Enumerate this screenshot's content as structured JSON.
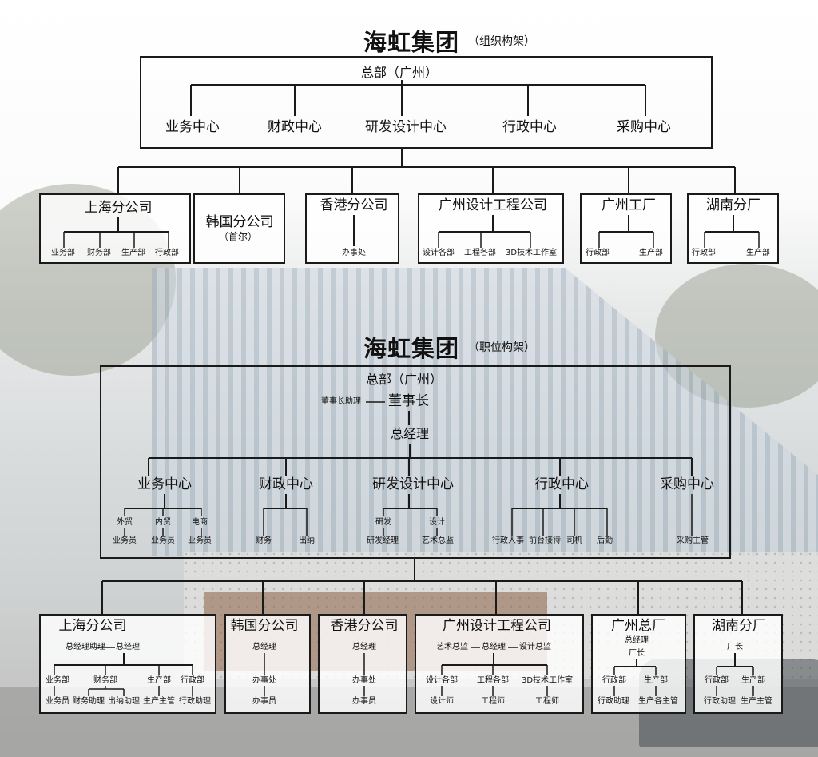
{
  "org": {
    "title": "海虹集团",
    "subtitle": "（组织构架）",
    "hq": "总部（广州）",
    "centers": [
      "业务中心",
      "财政中心",
      "研发设计中心",
      "行政中心",
      "采购中心"
    ],
    "branches": [
      {
        "name": "上海分公司",
        "depts": [
          "业务部",
          "财务部",
          "生产部",
          "行政部"
        ]
      },
      {
        "name": "韩国分公司",
        "sub": "（首尔）"
      },
      {
        "name": "香港分公司",
        "depts": [
          "办事处"
        ]
      },
      {
        "name": "广州设计工程公司",
        "depts": [
          "设计各部",
          "工程各部",
          "3D技术工作室"
        ]
      },
      {
        "name": "广州工厂",
        "depts": [
          "行政部",
          "生产部"
        ]
      },
      {
        "name": "湖南分厂",
        "depts": [
          "行政部",
          "生产部"
        ]
      }
    ]
  },
  "positions": {
    "title": "海虹集团",
    "subtitle": "（职位构架）",
    "hq": "总部（广州）",
    "chairman": "董事长",
    "chairman_assistant": "董事长助理",
    "gm": "总经理",
    "centers": [
      {
        "name": "业务中心",
        "groups": [
          "外贸",
          "内贸",
          "电商"
        ],
        "roles": [
          "业务员",
          "业务员",
          "业务员"
        ]
      },
      {
        "name": "财政中心",
        "roles": [
          "财务",
          "出纳"
        ]
      },
      {
        "name": "研发设计中心",
        "groups": [
          "研发",
          "设计"
        ],
        "roles": [
          "研发经理",
          "艺术总监"
        ]
      },
      {
        "name": "行政中心",
        "roles": [
          "行政人事",
          "前台接待",
          "司机",
          "后勤"
        ]
      },
      {
        "name": "采购中心",
        "roles": [
          "采购主管"
        ]
      }
    ],
    "branches": {
      "shanghai": {
        "name": "上海分公司",
        "gm_assistant": "总经理助理",
        "gm": "总经理",
        "depts": [
          "业务部",
          "财务部",
          "生产部",
          "行政部"
        ],
        "roles": [
          "业务员",
          "财务助理",
          "出纳助理",
          "生产主管",
          "行政助理"
        ]
      },
      "korea": {
        "name": "韩国分公司",
        "gm": "总经理",
        "office": "办事处",
        "staff": "办事员"
      },
      "hongkong": {
        "name": "香港分公司",
        "gm": "总经理",
        "office": "办事处",
        "staff": "办事员"
      },
      "gzdesign": {
        "name": "广州设计工程公司",
        "art_director": "艺术总监",
        "gm": "总经理",
        "design_director": "设计总监",
        "depts": [
          "设计各部",
          "工程各部",
          "3D技术工作室"
        ],
        "roles": [
          "设计师",
          "工程师",
          "工程师"
        ]
      },
      "gzfactory": {
        "name": "广州总厂",
        "gm": "总经理",
        "manager": "厂长",
        "depts": [
          "行政部",
          "生产部"
        ],
        "roles": [
          "行政助理",
          "生产各主管"
        ]
      },
      "hunan": {
        "name": "湖南分厂",
        "manager": "厂长",
        "depts": [
          "行政部",
          "生产部"
        ],
        "roles": [
          "行政助理",
          "生产主管"
        ]
      }
    }
  }
}
